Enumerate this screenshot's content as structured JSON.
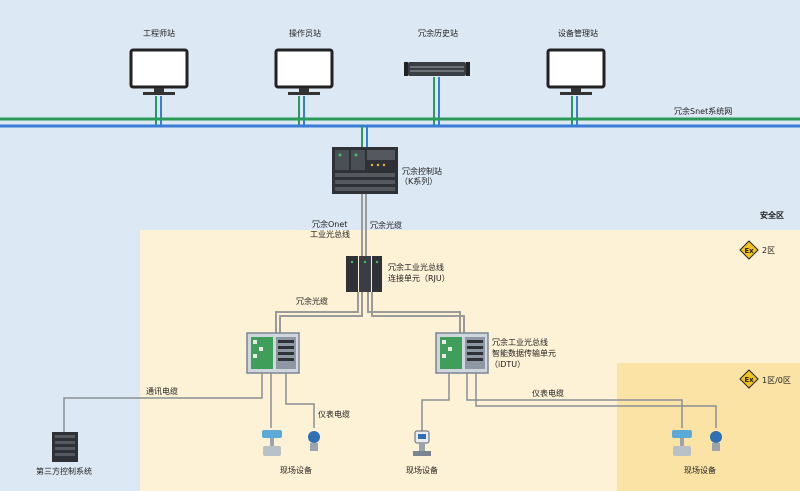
{
  "stations": {
    "engineer": "工程师站",
    "operator": "操作员站",
    "history": "冗余历史站",
    "device_mgmt": "设备管理站"
  },
  "network": {
    "snet": "冗余Snet系统网",
    "controller_line1": "冗余控制站",
    "controller_line2": "（K系列）",
    "onet_line1": "冗余Onet",
    "onet_line2": "工业光总线",
    "fiber_top": "冗余光缆",
    "fiber_left": "冗余光缆"
  },
  "zones": {
    "safe": "安全区",
    "zone2": "2区",
    "zone1_0": "1区/0区",
    "ex_symbol": "Ex"
  },
  "rju": {
    "line1": "冗余工业光总线",
    "line2": "连接单元（RJU）"
  },
  "idtu": {
    "line1": "冗余工业光总线",
    "line2": "智能数据传输单元",
    "line3": "（iDTU）"
  },
  "cables": {
    "comm": "通讯电缆",
    "instrument_left": "仪表电缆",
    "instrument_right": "仪表电缆"
  },
  "devices": {
    "third_party": "第三方控制系统",
    "field_1": "现场设备",
    "field_2": "现场设备",
    "field_3": "现场设备"
  },
  "colors": {
    "background": "#dce8f4",
    "zone2": "#fdf1d6",
    "zone1": "#fbe3a6",
    "net_green": "#2a9a5a",
    "net_blue": "#3a7bd5",
    "ex_yellow": "#f3c21c"
  }
}
